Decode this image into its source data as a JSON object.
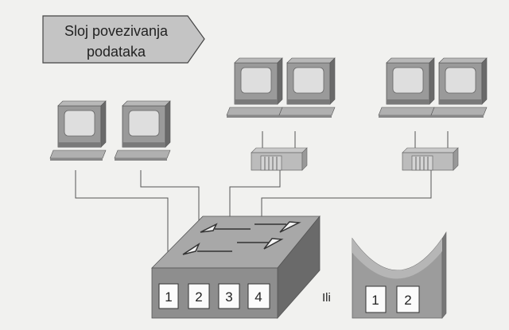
{
  "label": {
    "line1": "Sloj povezivanja",
    "line2": "podataka"
  },
  "switch_ports": [
    "1",
    "2",
    "3",
    "4"
  ],
  "or_text": "Ili",
  "bridge_ports": [
    "1",
    "2"
  ],
  "colors": {
    "background": "#f1f1ef",
    "device": "#a9a9a9",
    "device_dark": "#6e6e6e",
    "screen": "#dcdcdc",
    "label_fill": "#c4c4c4"
  }
}
